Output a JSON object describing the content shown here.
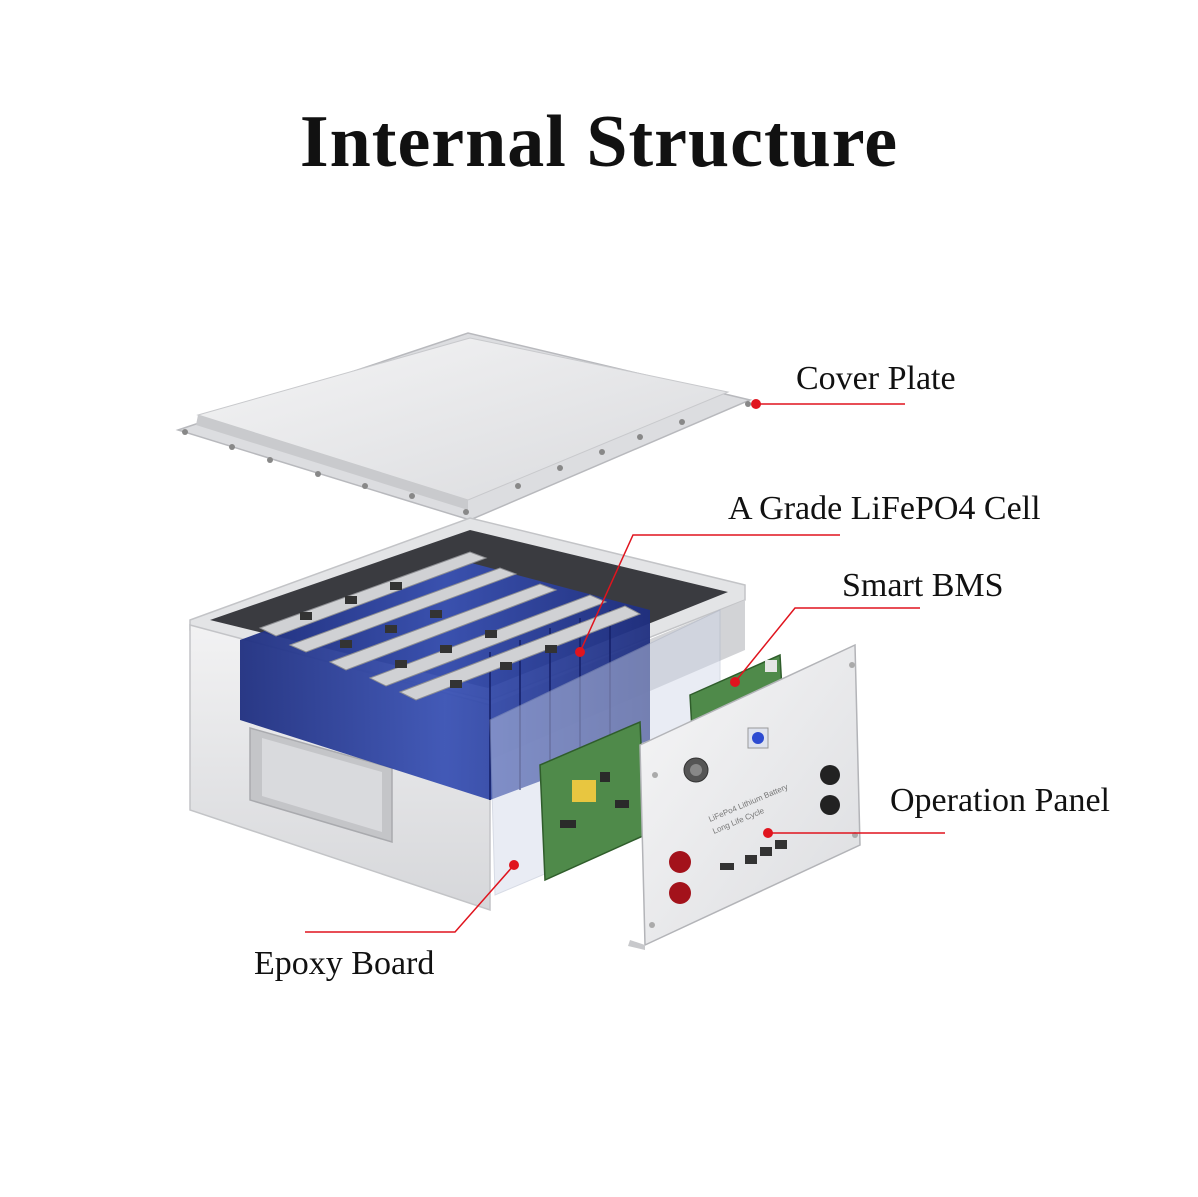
{
  "title": "Internal Structure",
  "callouts": {
    "cover_plate": "Cover Plate",
    "cell": "A Grade LiFePO4 Cell",
    "bms": "Smart BMS",
    "operation_panel": "Operation Panel",
    "epoxy_board": "Epoxy Board"
  },
  "panel_text": {
    "line1": "LiFePo4 Lithium Battery",
    "line2": "Long Life Cycle"
  },
  "colors": {
    "marker": "#e0141e",
    "callout_line": "#e0141e",
    "cell_blue": "#2c3f9a",
    "pcb_green": "#4f8a4a",
    "housing": "#e9eaec"
  }
}
